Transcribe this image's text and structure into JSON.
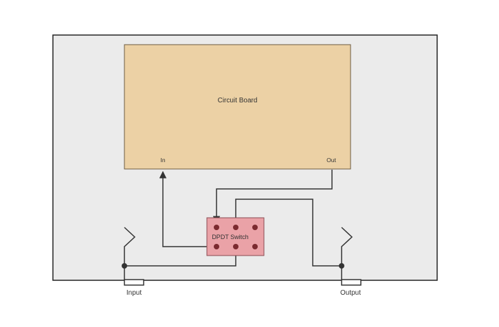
{
  "diagram": {
    "circuit_board": {
      "title": "Circuit Board",
      "in_label": "In",
      "out_label": "Out"
    },
    "switch": {
      "label": "DPDT Switch"
    },
    "jacks": {
      "input_label": "Input",
      "output_label": "Output"
    }
  },
  "colors": {
    "enclosure_fill": "#ebebeb",
    "board_fill": "#ecd1a5",
    "switch_fill": "#eaa2a7",
    "switch_pin": "#7b2a2f",
    "wire": "#333333"
  }
}
